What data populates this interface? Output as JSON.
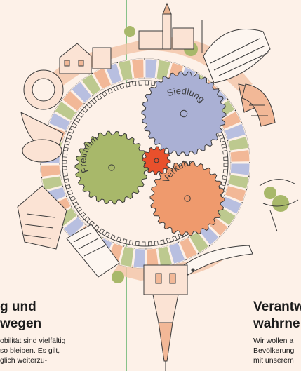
{
  "gears": {
    "siedlung": "Siedlung",
    "freiraum": "Freiraum",
    "verkehr": "Verkehr"
  },
  "left_text": {
    "heading_line1": "g und",
    "heading_line2": "wegen",
    "body_line1": "obilität sind vielfältig",
    "body_line2": "so bleiben. Es gilt,",
    "body_line3": "glich weiterzu-"
  },
  "right_text": {
    "heading_line1": "Verantw",
    "heading_line2": "wahrne",
    "body_line1": "Wir wollen a",
    "body_line2": "Bevölkerung",
    "body_line3": "mit unserem"
  },
  "colors": {
    "background": "#fdf1e8",
    "gear_blue": "#aab0d4",
    "gear_green": "#a8b86a",
    "gear_orange": "#ef9a6d",
    "gear_red": "#e8502c",
    "ring_blue": "#b8bfe0",
    "ring_green": "#bdc98f",
    "ring_orange": "#f2b897",
    "divider_green": "#3aa34a"
  }
}
